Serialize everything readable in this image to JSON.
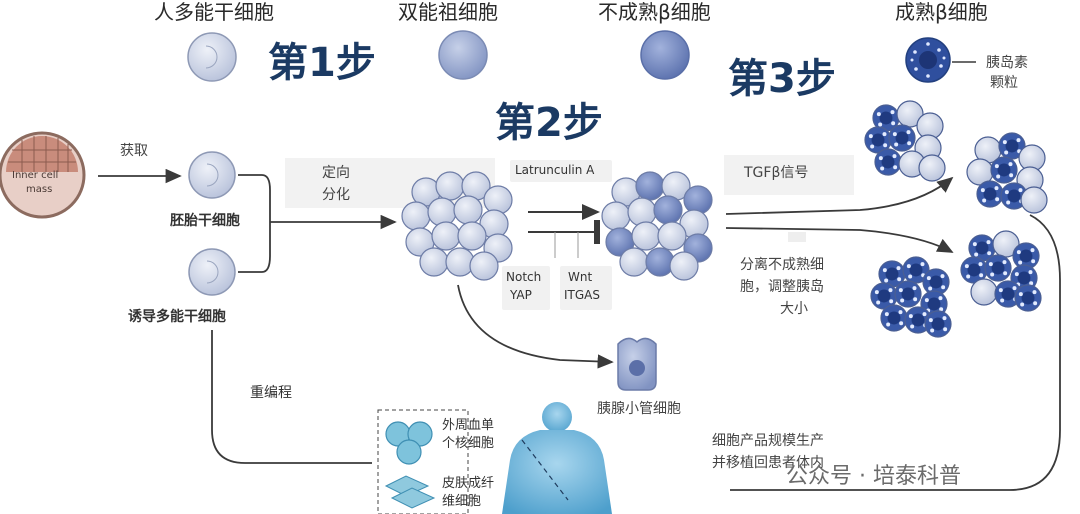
{
  "top_labels": {
    "pluripotent": "人多能干细胞",
    "bipotent": "双能祖细胞",
    "immature_beta": "不成熟β细胞",
    "mature_beta": "成熟β细胞"
  },
  "steps": {
    "step1": "第1步",
    "step2": "第2步",
    "step3": "第3步"
  },
  "labels": {
    "insulin_granules": [
      "胰岛素",
      "颗粒"
    ],
    "inner_cell_mass": [
      "Inner cell",
      "mass"
    ],
    "acquire": "获取",
    "embryonic_stem": "胚胎干细胞",
    "ipsc": "诱导多能干细胞",
    "directed_diff": [
      "定向",
      "分化"
    ],
    "latrunculin": "Latrunculin A",
    "notch_yap": [
      "Notch",
      "YAP"
    ],
    "wnt_itgas": [
      "Wnt",
      "ITGAS"
    ],
    "tgfb": "TGFβ信号",
    "separate": [
      "分离不成熟细",
      "胞，调整胰岛",
      "大小"
    ],
    "reprogram": "重编程",
    "pancreatic_duct": "胰腺小管细胞",
    "pbmc": [
      "外周血单",
      "个核细胞"
    ],
    "fibroblast": [
      "皮肤成纤",
      "维细胞"
    ],
    "scale_up": [
      "细胞产品规模生产",
      "并移植回患者体内"
    ]
  },
  "watermark": "公众号 · 培泰科普",
  "colors": {
    "arrow": "#3a3a3a",
    "light_cell": "#c8d0e2",
    "mid_cell": "#9aaad0",
    "dark_cell": "#6f86bd",
    "nucleus": "#2e4d9a",
    "step_text": "#1b3a63",
    "human": "#6ab3d8"
  }
}
